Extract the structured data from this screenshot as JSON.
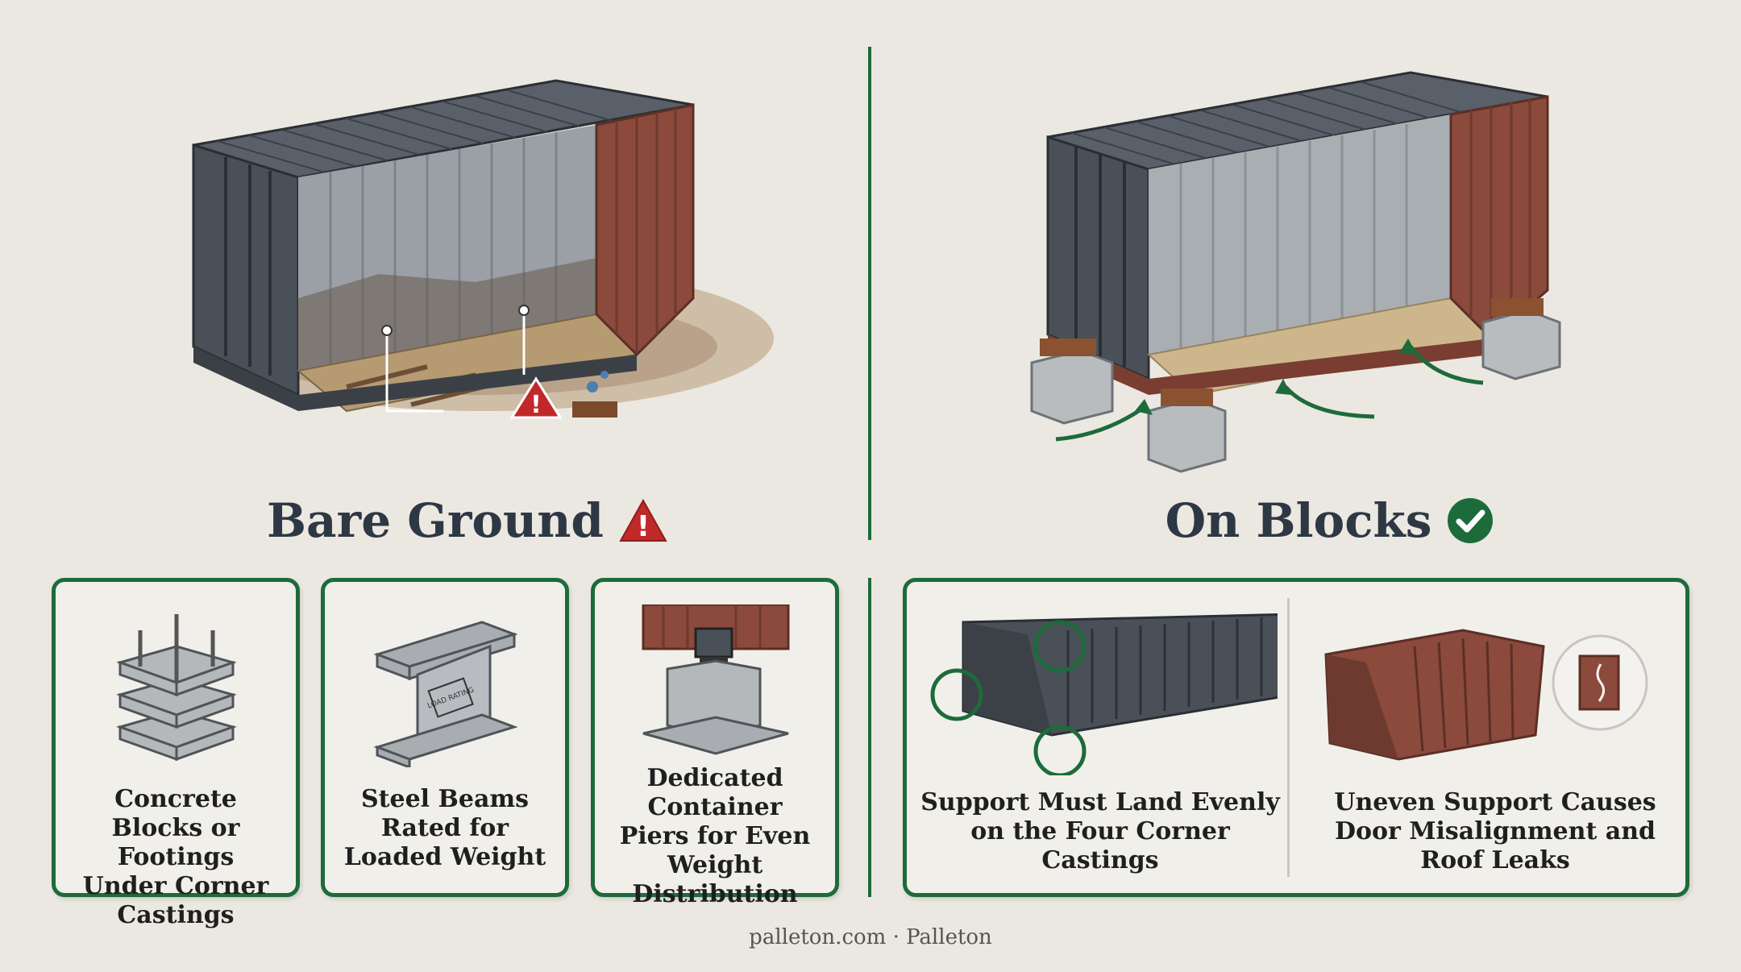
{
  "left_heading": "Bare Ground",
  "right_heading": "On Blocks",
  "cards": [
    {
      "label": "Concrete Blocks or Footings Under Corner Castings"
    },
    {
      "label": "Steel Beams Rated for Loaded Weight",
      "beam_text": "LOAD RATING"
    },
    {
      "label": "Dedicated Container Piers for Even Weight Distribution"
    }
  ],
  "support": [
    {
      "label": "Support Must Land Evenly on the Four Corner Castings"
    },
    {
      "label": "Uneven Support Causes Door Misalignment and Roof Leaks"
    }
  ],
  "footer": "palleton.com · Palleton",
  "colors": {
    "accent_green": "#1d6b3a",
    "warning_red": "#c0282a",
    "container_rust": "#8b4a3c",
    "container_steel": "#4a5058"
  }
}
